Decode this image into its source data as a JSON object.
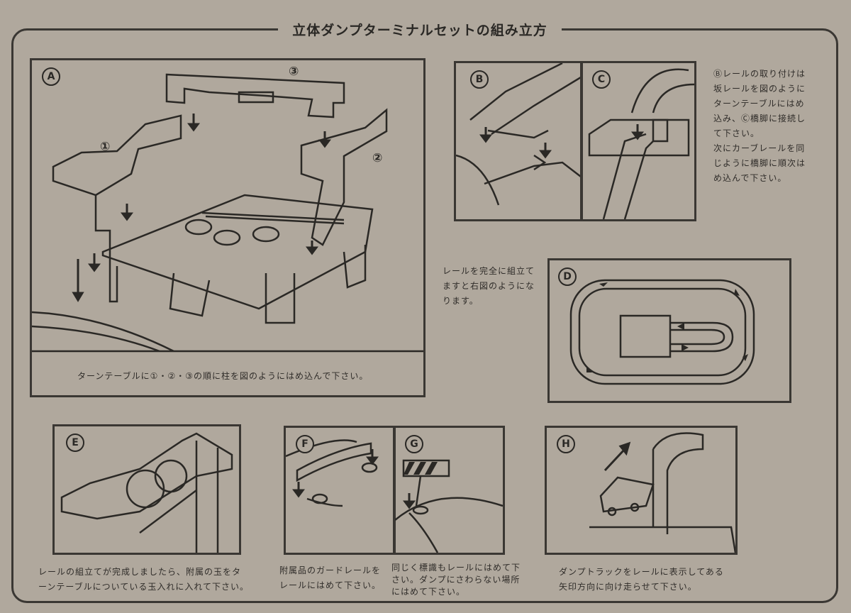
{
  "title": "立体ダンプターミナルセットの組み立方",
  "labels": {
    "a": "A",
    "b": "B",
    "c": "C",
    "d": "D",
    "e": "E",
    "f": "F",
    "g": "G",
    "h": "H",
    "n1": "①",
    "n2": "②",
    "n3": "③"
  },
  "captions": {
    "a": "ターンテーブルに①・②・③の順に柱を図のようにはめ込んで下さい。",
    "bc": [
      "Ⓑレールの取り付けは",
      "坂レールを図のように",
      "ターンテーブルにはめ",
      "込み、Ⓒ橋脚に接続し",
      "て下さい。",
      "次にカーブレールを同",
      "じように橋脚に順次は",
      "め込んで下さい。"
    ],
    "d": [
      "レールを完全に組立て",
      "ますと右図のようにな",
      "ります。"
    ],
    "e": [
      "レールの組立てが完成しましたら、附属の玉をタ",
      "ーンテーブルについている玉入れに入れて下さい。"
    ],
    "f": [
      "附属品のガードレールを",
      "レールにはめて下さい。"
    ],
    "g": [
      "同じく標識もレールにはめて下",
      "さい。ダンプにさわらない場所",
      "にはめて下さい。"
    ],
    "h": [
      "ダンプトラックをレールに表示してある",
      "矢印方向に向け走らせて下さい。"
    ]
  }
}
